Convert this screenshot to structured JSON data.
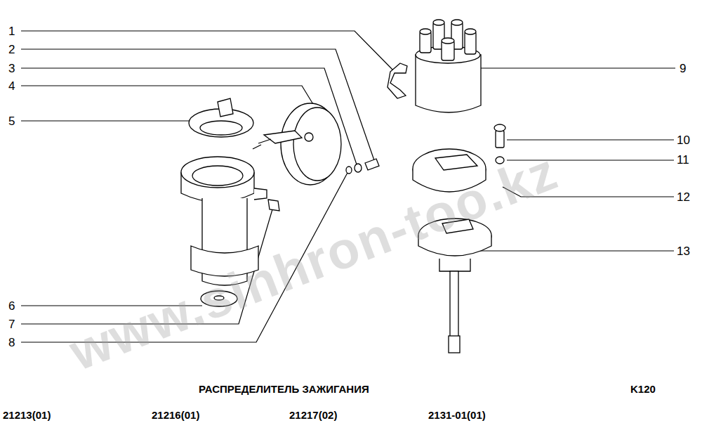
{
  "diagram": {
    "title": "РАСПРЕДЕЛИТЕЛЬ ЗАЖИГАНИЯ",
    "labels": [
      "1",
      "2",
      "3",
      "4",
      "5",
      "6",
      "7",
      "8",
      "9",
      "10",
      "11",
      "12",
      "13",
      "K120",
      "21213(01)",
      "21216(01)",
      "21217(02)",
      "2131-01(01)",
      "www.sinhron-too.kz"
    ]
  }
}
